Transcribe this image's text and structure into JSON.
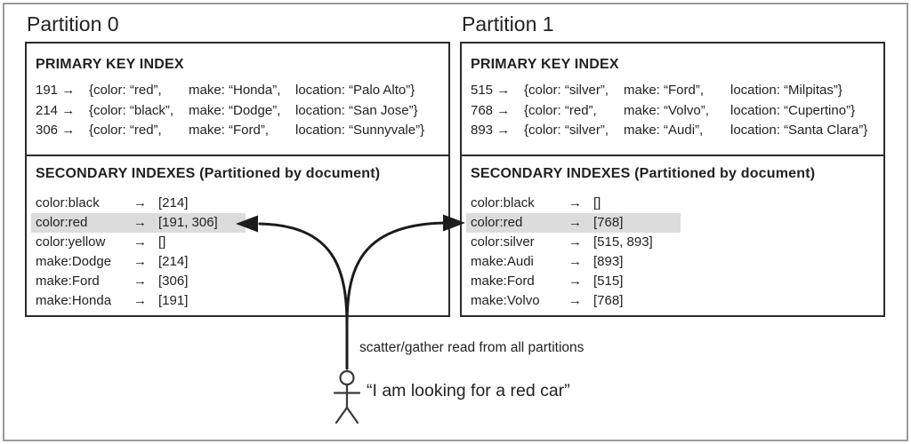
{
  "canvas": {
    "scatter_label": "scatter/gather read from all partitions",
    "person_quote": "“I am looking for a red car”"
  },
  "colors": {
    "ink": "#222222",
    "box_border": "#2b2b2b",
    "outer_border": "#9b9b9b",
    "highlight": "#dcdcdc"
  },
  "icons": {
    "left_arrowhead": "arrowhead-left",
    "right_arrowhead": "arrowhead-right",
    "person": "stick-figure"
  },
  "partitions": [
    {
      "title": "Partition 0",
      "primary_index": {
        "title": "PRIMARY KEY INDEX",
        "rows": [
          {
            "key": "191 →",
            "color": "{color: “red”,",
            "make": "make: “Honda”,",
            "location": "location: “Palo Alto”}"
          },
          {
            "key": "214 →",
            "color": "{color: “black”,",
            "make": "make: “Dodge”,",
            "location": "location: “San Jose”}"
          },
          {
            "key": "306 →",
            "color": "{color: “red”,",
            "make": "make: “Ford”,",
            "location": "location: “Sunnyvale”}"
          }
        ]
      },
      "secondary_indexes": {
        "title": "SECONDARY INDEXES (Partitioned by document)",
        "rows": [
          {
            "label": "color:black",
            "arrow": "→",
            "value": "[214]",
            "highlight": false
          },
          {
            "label": "color:red",
            "arrow": "→",
            "value": "[191, 306]",
            "highlight": true
          },
          {
            "label": "color:yellow",
            "arrow": "→",
            "value": "[]",
            "highlight": false
          },
          {
            "label": "make:Dodge",
            "arrow": "→",
            "value": "[214]",
            "highlight": false
          },
          {
            "label": "make:Ford",
            "arrow": "→",
            "value": "[306]",
            "highlight": false
          },
          {
            "label": "make:Honda",
            "arrow": "→",
            "value": "[191]",
            "highlight": false
          }
        ]
      }
    },
    {
      "title": "Partition 1",
      "primary_index": {
        "title": "PRIMARY KEY INDEX",
        "rows": [
          {
            "key": "515 →",
            "color": "{color: “silver”,",
            "make": "make: “Ford”,",
            "location": "location: “Milpitas”}"
          },
          {
            "key": "768 →",
            "color": "{color: “red”,",
            "make": "make: “Volvo”,",
            "location": "location: “Cupertino”}"
          },
          {
            "key": "893 →",
            "color": "{color: “silver”,",
            "make": "make: “Audi”,",
            "location": "location: “Santa Clara”}"
          }
        ]
      },
      "secondary_indexes": {
        "title": "SECONDARY INDEXES (Partitioned by document)",
        "rows": [
          {
            "label": "color:black",
            "arrow": "→",
            "value": "[]",
            "highlight": false
          },
          {
            "label": "color:red",
            "arrow": "→",
            "value": "[768]",
            "highlight": true
          },
          {
            "label": "color:silver",
            "arrow": "→",
            "value": "[515, 893]",
            "highlight": false
          },
          {
            "label": "make:Audi",
            "arrow": "→",
            "value": "[893]",
            "highlight": false
          },
          {
            "label": "make:Ford",
            "arrow": "→",
            "value": "[515]",
            "highlight": false
          },
          {
            "label": "make:Volvo",
            "arrow": "→",
            "value": "[768]",
            "highlight": false
          }
        ]
      }
    }
  ]
}
